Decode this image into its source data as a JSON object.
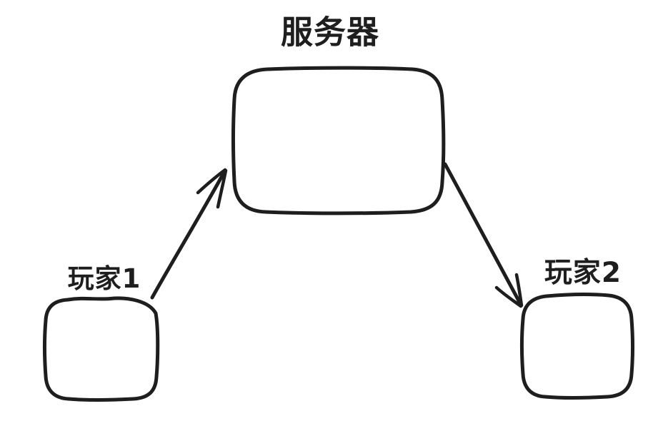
{
  "canvas": {
    "background": "#ffffff",
    "stroke_color": "#1e1e1e"
  },
  "nodes": {
    "server": {
      "label": "服务器"
    },
    "player1": {
      "label": "玩家1"
    },
    "player2": {
      "label": "玩家2"
    }
  },
  "edges": [
    {
      "from": "player1",
      "to": "server",
      "arrow": "player1 -> server"
    },
    {
      "from": "server",
      "to": "player2",
      "arrow": "server -> player2"
    }
  ]
}
